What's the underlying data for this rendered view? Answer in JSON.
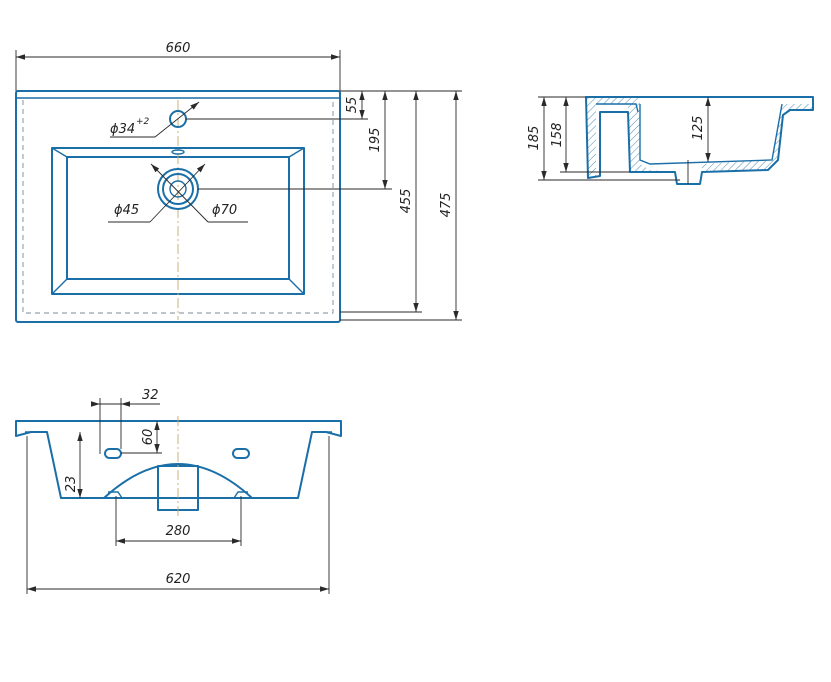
{
  "dimensions": {
    "top_width": "660",
    "hole_depth": "55",
    "drain_depth": "195",
    "inner_depth": "455",
    "total_depth": "475",
    "tap_hole_diameter": "ϕ34",
    "tap_hole_tolerance": "+2",
    "drain_diameter": "ϕ45",
    "drain_outer_diameter": "ϕ70",
    "side_height": "185",
    "side_inner_height": "158",
    "bowl_depth": "125",
    "slot_spacing": "32",
    "slot_height": "60",
    "front_offset": "23",
    "bracket_span": "280",
    "bottom_width": "620"
  }
}
